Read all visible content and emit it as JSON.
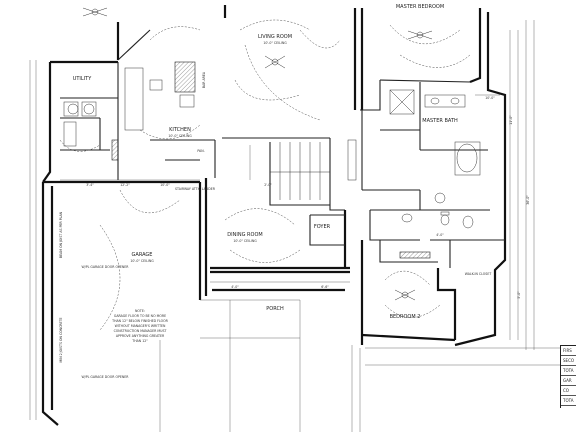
{
  "rooms": {
    "living": {
      "name": "LIVING ROOM",
      "ceiling": "10'-0\" CEILING"
    },
    "kitchen": {
      "name": "KITCHEN",
      "ceiling": "10'-0\" CEILING"
    },
    "dining": {
      "name": "DINING ROOM",
      "ceiling": "10'-0\" CEILING"
    },
    "garage": {
      "name": "GARAGE",
      "ceiling": "10'-0\" CEILING"
    },
    "master_bedroom": {
      "name": "MASTER BEDROOM"
    },
    "master_bath": {
      "name": "MASTER BATH"
    },
    "bedroom2": {
      "name": "BEDROOM 2"
    },
    "utility": {
      "name": "UTILITY"
    },
    "foyer": {
      "name": "FOYER"
    },
    "porch": {
      "name": "PORCH"
    },
    "walk_in_closet": {
      "name": "WALK-IN CLOSET"
    },
    "bar_area": {
      "name": "BAR AREA"
    },
    "pan": {
      "name": "PAN."
    }
  },
  "notes": {
    "garage_note": [
      "NOTE:",
      "GARAGE FLOOR TO BE NO MORE",
      "THAN 12\" BELOW FINISHED FLOOR",
      "WITHOUT MANAGER'S WRITTEN",
      "CONSTRUCTION MANAGER MUST",
      "APPROVE ANYTHING GREATER",
      "THAN 12\""
    ],
    "garage_door_opener": "W/PL GARAGE DOOR OPENER",
    "attic_ladder": "STAIRWAY ATTIC LADDER",
    "joist_1": "BEAM ON JOIST AS PER PLAN",
    "joist_2": "MIN 2 JOISTS ON CONCRETE"
  },
  "dimensions": {
    "d_1": "10'-0\"",
    "d_2": "12'-2\"",
    "d_3": "3'-4\"",
    "d_4": "4'-0\"",
    "d_5": "6'-6\"",
    "d_6": "2'-0\"",
    "d_7": "11'-0\"",
    "d_8": "36'-0\"",
    "d_9": "5'-0\"",
    "d_10": "10'-0\"",
    "d_11": "4'-0\""
  },
  "legend": {
    "rows": [
      "FIRS",
      "SECO",
      "TOTA",
      "GAR",
      "CO",
      "TOTA"
    ]
  },
  "colors": {
    "ink": "#111111",
    "paper": "#ffffff"
  }
}
